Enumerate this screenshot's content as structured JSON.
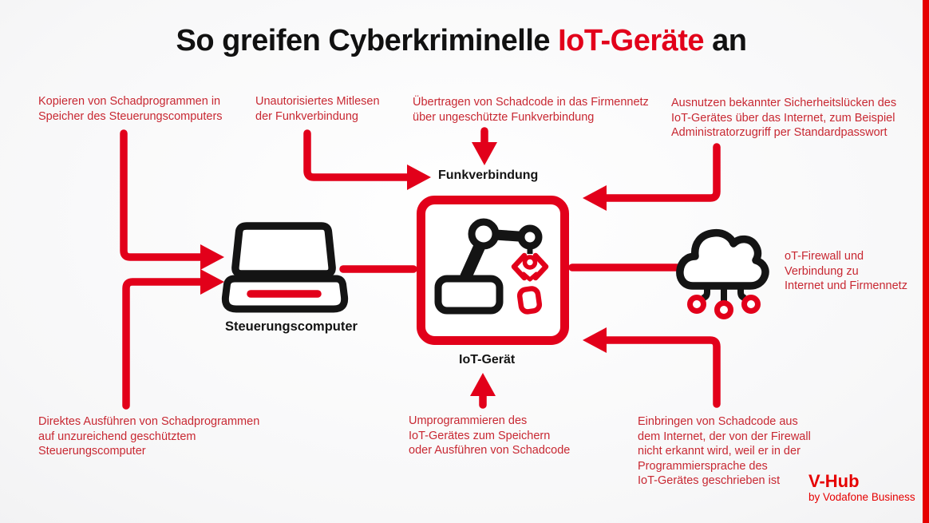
{
  "title": {
    "prefix": "So greifen Cyberkriminelle ",
    "highlight": "IoT-Geräte",
    "suffix": " an"
  },
  "annotations": {
    "copy_malware": "Kopieren von Schadprogrammen in\nSpeicher des Steuerungscomputers",
    "eavesdrop": "Unautorisiertes Mitlesen\nder Funkverbindung",
    "transfer_malcode": "Übertragen von Schadcode in das Firmennetz\nüber ungeschützte Funkverbindung",
    "exploit_vulns": "Ausnutzen bekannter Sicherheitslücken des\nIoT-Gerätes über das Internet, zum Beispiel\nAdministratorzugriff per Standardpasswort",
    "firewall_connection": "oT-Firewall und\nVerbindung zu\nInternet und Firmennetz",
    "direct_execution": "Direktes Ausführen von Schadprogrammen\nauf unzureichend geschütztem\nSteuerungscomputer",
    "reprogram_device": "Umprogrammieren des\nIoT-Gerätes zum Speichern\noder Ausführen von Schadcode",
    "inject_code": "Einbringen von Schadcode aus\ndem Internet, der von der Firewall\nnicht erkannt wird, weil er in der\nProgrammiersprache des\nIoT-Gerätes geschrieben ist"
  },
  "labels": {
    "radio_link": "Funkverbindung",
    "control_computer": "Steuerungscomputer",
    "iot_device": "IoT-Gerät"
  },
  "branding": {
    "logo": "V-Hub",
    "byline": "by Vodafone Business"
  },
  "icons": {
    "laptop": "laptop-icon",
    "robot_arm": "robot-arm-icon",
    "cloud": "cloud-network-icon"
  },
  "colors": {
    "graphic_red": "#e2001a",
    "brand_red": "#e60000",
    "text_red": "#c82832",
    "black": "#141414"
  }
}
